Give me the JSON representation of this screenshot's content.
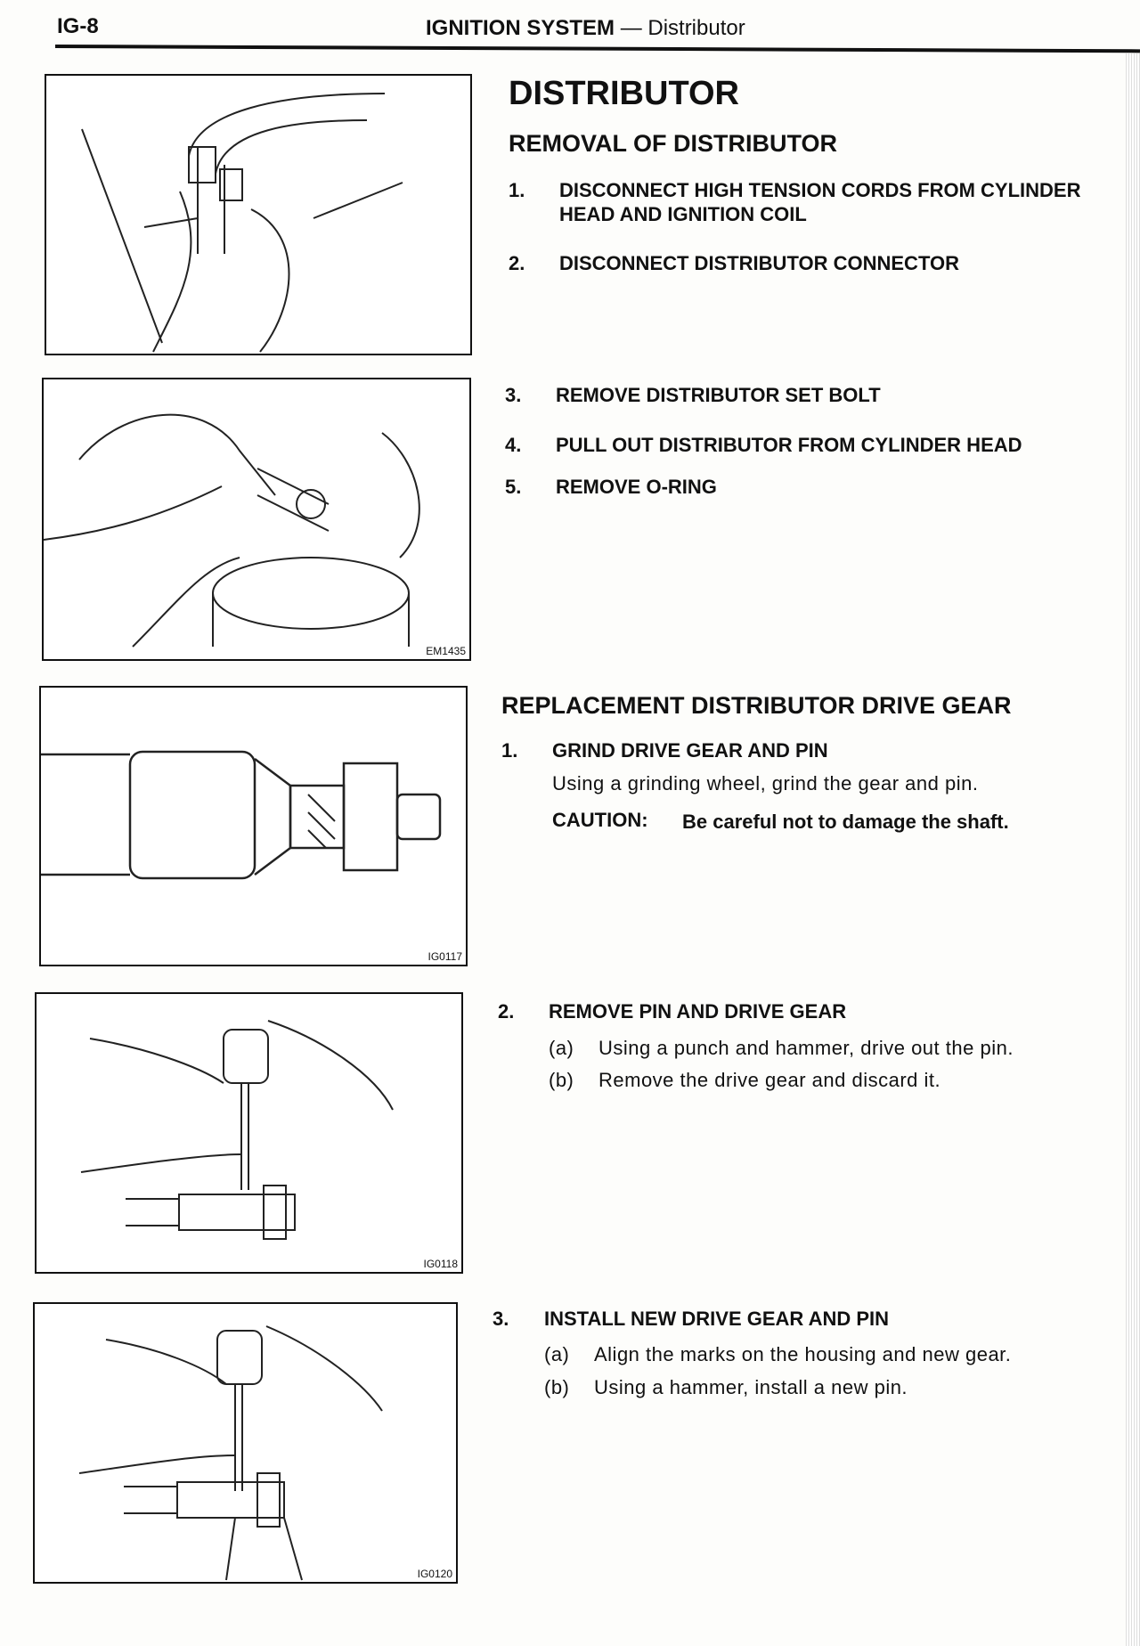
{
  "header": {
    "page_number": "IG-8",
    "title": "IGNITION SYSTEM",
    "subtitle": "Distributor",
    "dash": "—"
  },
  "main": {
    "title": "DISTRIBUTOR",
    "removal": {
      "heading": "REMOVAL OF DISTRIBUTOR",
      "steps": [
        {
          "num": "1.",
          "line1": "DISCONNECT HIGH TENSION CORDS FROM CYLINDER",
          "line2": "HEAD AND IGNITION COIL"
        },
        {
          "num": "2.",
          "line1": "DISCONNECT DISTRIBUTOR CONNECTOR"
        },
        {
          "num": "3.",
          "line1": "REMOVE DISTRIBUTOR SET BOLT"
        },
        {
          "num": "4.",
          "line1": "PULL OUT DISTRIBUTOR FROM CYLINDER HEAD"
        },
        {
          "num": "5.",
          "line1": "REMOVE O-RING"
        }
      ]
    },
    "replacement": {
      "heading": "REPLACEMENT DISTRIBUTOR DRIVE GEAR",
      "steps": [
        {
          "num": "1.",
          "title": "GRIND DRIVE GEAR AND PIN",
          "text": "Using a grinding wheel, grind the gear and pin.",
          "caution_label": "CAUTION:",
          "caution_text": "Be careful not to damage the shaft."
        },
        {
          "num": "2.",
          "title": "REMOVE PIN AND DRIVE GEAR",
          "subs": [
            {
              "label": "(a)",
              "text": "Using a punch and hammer, drive out the pin."
            },
            {
              "label": "(b)",
              "text": "Remove the drive gear and discard it."
            }
          ]
        },
        {
          "num": "3.",
          "title": "INSTALL NEW DRIVE GEAR AND PIN",
          "subs": [
            {
              "label": "(a)",
              "text": "Align the marks on the housing and new gear."
            },
            {
              "label": "(b)",
              "text": "Using a hammer, install a new pin."
            }
          ]
        }
      ]
    }
  },
  "figures": [
    {
      "code": ""
    },
    {
      "code": "EM1435"
    },
    {
      "code": "IG0117"
    },
    {
      "code": "IG0118"
    },
    {
      "code": "IG0120"
    }
  ]
}
